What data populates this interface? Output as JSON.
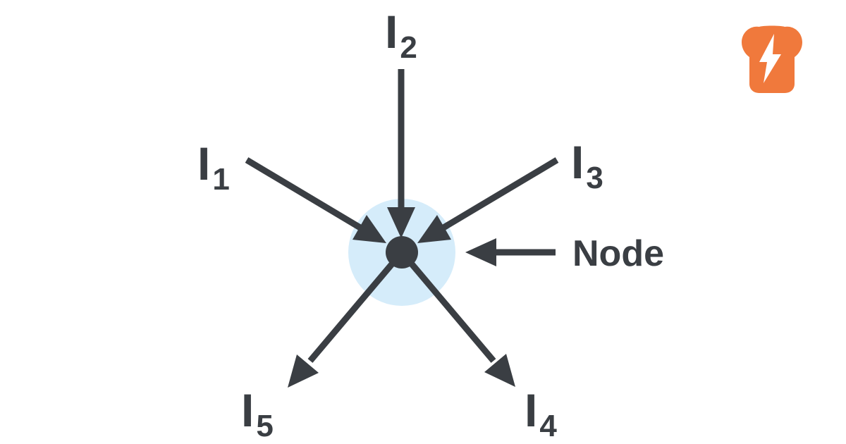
{
  "colors": {
    "ink": "#3a3e43",
    "halo": "#d5ecfa",
    "brand": "#f0793c",
    "bolt": "#ffffff",
    "page-bg": "#ffffff"
  },
  "diagram": {
    "node_label": "Node",
    "currents": [
      {
        "base": "I",
        "sub": "1",
        "direction": "in"
      },
      {
        "base": "I",
        "sub": "2",
        "direction": "in"
      },
      {
        "base": "I",
        "sub": "3",
        "direction": "in"
      },
      {
        "base": "I",
        "sub": "4",
        "direction": "out"
      },
      {
        "base": "I",
        "sub": "5",
        "direction": "out"
      }
    ]
  },
  "logo": {
    "icon": "toast-lightning-icon"
  }
}
